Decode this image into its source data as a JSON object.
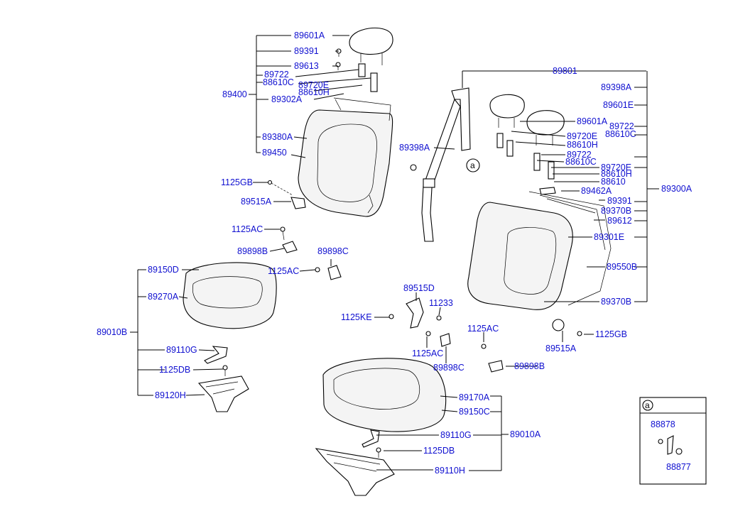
{
  "labels": {
    "l89601A_top": "89601A",
    "l89391_top": "89391",
    "l89613": "89613",
    "l89722_top": "89722",
    "l88610C_top": "88610C",
    "l89720E_top": "89720E",
    "l88610H_top": "88610H",
    "l89400": "89400",
    "l89302A": "89302A",
    "l89380A": "89380A",
    "l89450": "89450",
    "l1125GB_left": "1125GB",
    "l89515A_left": "89515A",
    "l1125AC_1": "1125AC",
    "l89898B_left": "89898B",
    "l89898C_left": "89898C",
    "l1125AC_2": "1125AC",
    "l89150D": "89150D",
    "l89270A": "89270A",
    "l89010B": "89010B",
    "l89110G_left": "89110G",
    "l1125DB_left": "1125DB",
    "l89120H": "89120H",
    "l89801": "89801",
    "l89398A_right": "89398A",
    "l89601E": "89601E",
    "l89601A_right": "89601A",
    "l89722_r1": "89722",
    "l89720E_r1": "89720E",
    "l88610C_r1": "88610C",
    "l88610H_r1": "88610H",
    "l89722_r2": "89722",
    "l88610C_r2": "88610C",
    "l89720E_r2": "89720E",
    "l88610H_r2": "88610H",
    "l88610": "88610",
    "l89462A": "89462A",
    "l89300A": "89300A",
    "l89391_right": "89391",
    "l89370B_1": "89370B",
    "l89612": "89612",
    "l89301E": "89301E",
    "l89550B": "89550B",
    "l89370B_2": "89370B",
    "l89398A_mid": "89398A",
    "l89515D": "89515D",
    "l11233": "11233",
    "l1125KE": "1125KE",
    "l1125AC_3": "1125AC",
    "l89898C_mid": "89898C",
    "l1125AC_4": "1125AC",
    "l89898B_right": "89898B",
    "l1125GB_right": "1125GB",
    "l89515A_right": "89515A",
    "l89170A": "89170A",
    "l89150C": "89150C",
    "l89110G_bot": "89110G",
    "l89010A": "89010A",
    "l1125DB_bot": "1125DB",
    "l89110H": "89110H",
    "l88878": "88878",
    "l88877": "88877"
  },
  "callout": {
    "marker": "a",
    "inset_marker": "a"
  },
  "icons": {
    "headrest": "headrest-icon",
    "seat_back": "seat-back-icon",
    "seat_cushion": "seat-cushion-icon",
    "seat_belt": "seat-belt-icon",
    "bolt": "bolt-icon",
    "bracket": "bracket-icon"
  },
  "colors": {
    "label_text": "#1010d0",
    "lines": "#000000",
    "background": "#ffffff"
  }
}
